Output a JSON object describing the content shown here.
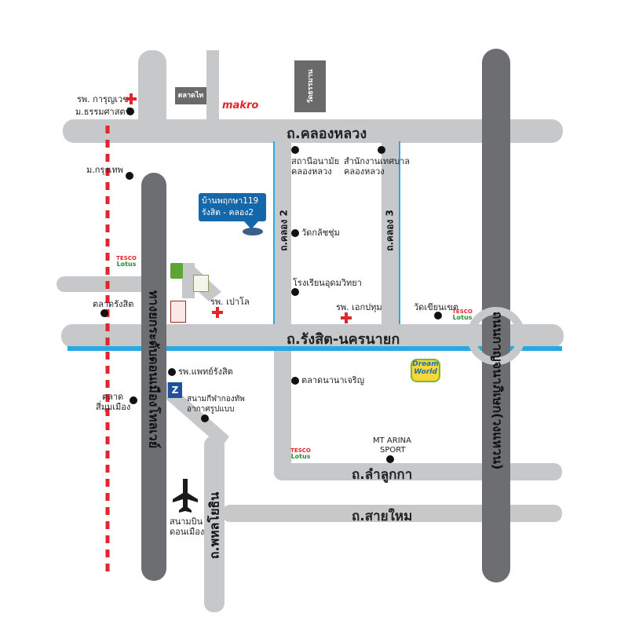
{
  "colors": {
    "road": "#c6c8ca",
    "highway": "#6d6e71",
    "canal": "#29a9e0",
    "railway": "#e4242b",
    "callout": "#1467a8",
    "dot": "#111111"
  },
  "roads": {
    "khlong_luang": "ถ.คลองหลวง",
    "rangsit_nakhon_nayok": "ถ.รังสิต-นครนายก",
    "lam_luk_ka": "ถ.ลำลูกกา",
    "sai_mai": "ถ.สายใหม",
    "phahon_yothin": "ถ.พหลโยธิน",
    "khlong2": "ถ.คลอง 2",
    "khlong3": "ถ.คลอง 3",
    "left_highway": "ทางยกระดับดอนเมืองโทลเวย์",
    "right_highway": "ถนนกาญจนาภิเษก(วงแหวน)"
  },
  "callout": {
    "line1": "บ้านพฤกษา119",
    "line2": "รังสิต - คลอง2"
  },
  "buildings": {
    "talat_thai": "ตลาดไท",
    "wat_tham": "วัดธรรมาน"
  },
  "brands": {
    "makro": "makro",
    "tesco_top": "TESCO",
    "tesco_bottom": "Lotus",
    "dream_world": "Dream World"
  },
  "places": {
    "rp_karunyawet": "รพ. การุญเวช",
    "m_thammasat": "ม.ธรรมศาสตร์",
    "m_krungthep": "ม.กรุงเทพ",
    "sathani_anamai_line1": "สถานีอนามัย",
    "sathani_anamai_line2": "คลองหลวง",
    "samnakngan_line1": "สำนักงานเทศบาล",
    "samnakngan_line2": "คลองหลวง",
    "wat_klachum": "วัดกล้ชชุ่ม",
    "rongrian": "โรงเรียนอุดมวิทยา",
    "rp_ekpukhum": "รพ. เอกปทุม",
    "wat_khian": "วัดเขียนเขต",
    "rp_paolo": "รพ. เปาโล",
    "talat_rangsit": "ตลาดรังสิต",
    "rp_phaet_rangsit": "รพ.แพทย์รังสิต",
    "talat_nana": "ตลาดนานาเจริญ",
    "sanam_kila_line1": "สนามกีฬากองทัพ",
    "sanam_kila_line2": "อากาศรูปแบบ",
    "talat_simuang_line1": "ตลาด",
    "talat_simuang_line2": "สี่มุมเมือง",
    "mt_arina_line1": "MT ARINA",
    "mt_arina_line2": "SPORT",
    "airport_line1": "สนามบิน",
    "airport_line2": "ดอนเมือง"
  }
}
